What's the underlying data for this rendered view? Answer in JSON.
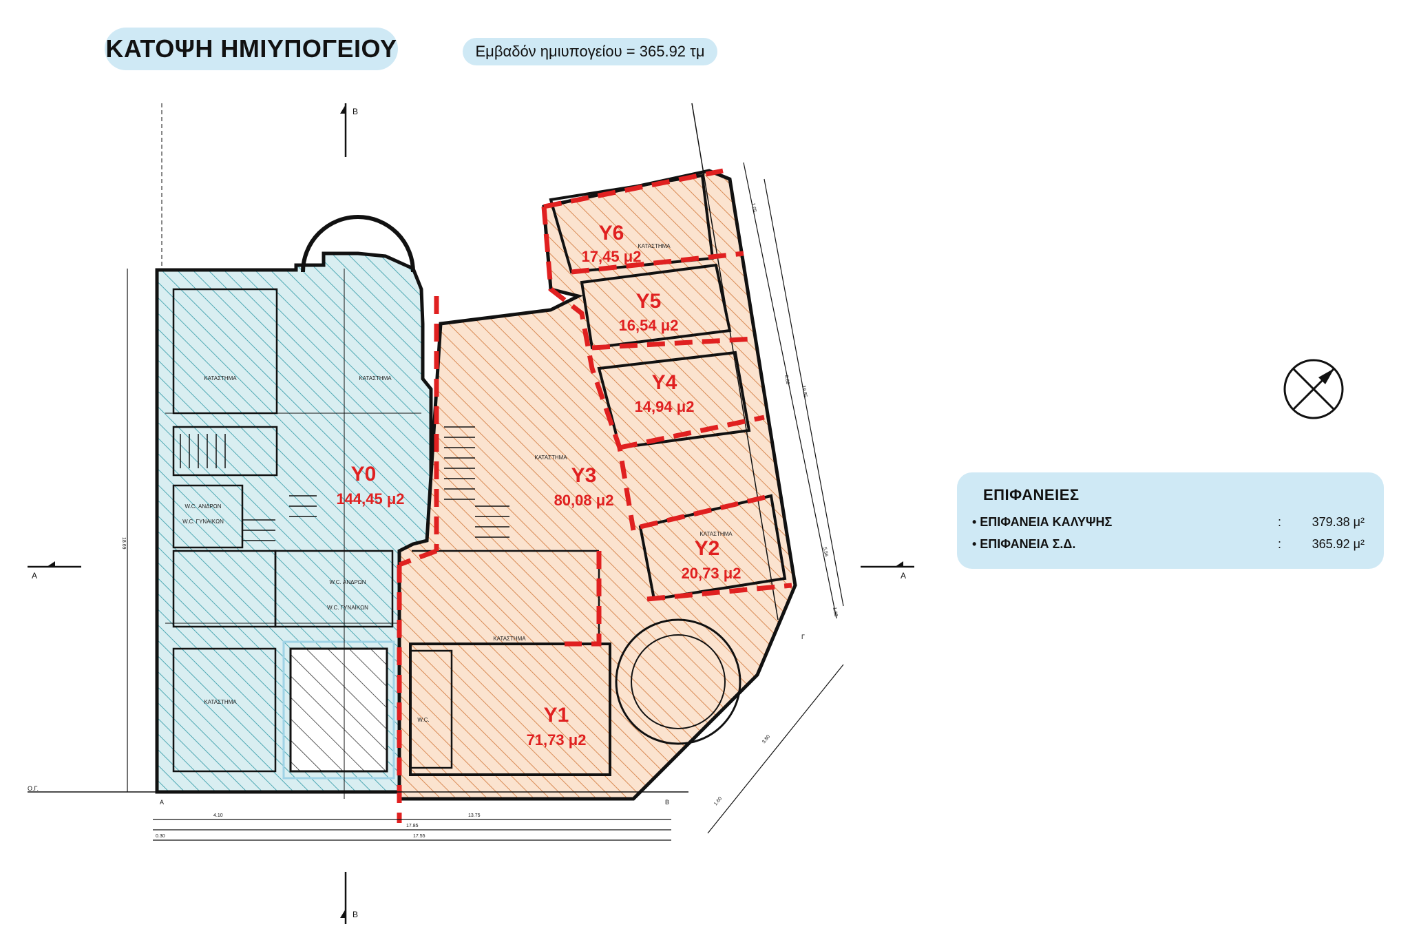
{
  "header": {
    "title": "ΚΑΤΟΨΗ ΗΜΙΥΠΟΓΕΙΟΥ",
    "area_note": "Εμβαδόν ημιυπογείου = 365.92 τμ"
  },
  "surfaces": {
    "heading": "ΕΠΙΦΑΝΕΙΕΣ",
    "rows": [
      {
        "label": "• ΕΠΙΦΑΝΕΙΑ ΚΑΛΥΨΗΣ",
        "colon": ":",
        "value": "379.38 μ²"
      },
      {
        "label": "• ΕΠΙΦΑΝΕΙΑ Σ.Δ.",
        "colon": ":",
        "value": "365.92 μ²"
      }
    ]
  },
  "units": [
    {
      "code": "Υ0",
      "area": "144,45 μ2"
    },
    {
      "code": "Υ1",
      "area": "71,73 μ2"
    },
    {
      "code": "Υ2",
      "area": "20,73 μ2"
    },
    {
      "code": "Υ3",
      "area": "80,08 μ2"
    },
    {
      "code": "Υ4",
      "area": "14,94 μ2"
    },
    {
      "code": "Υ5",
      "area": "16,54 μ2"
    },
    {
      "code": "Υ6",
      "area": "17,45 μ2"
    }
  ],
  "room_labels": {
    "shop": "ΚΑΤΑΣΤΗΜΑ",
    "wc_men": "W.C. ΑΝΔΡΩΝ",
    "wc_women": "W.C. ΓΥΝΑΙΚΩΝ",
    "wc": "W.C."
  },
  "section_marks": {
    "a": "Α",
    "b": "Β",
    "v": "Β",
    "g": "Γ",
    "og": "Ο.Γ."
  },
  "dimensions": {
    "bottom_1": [
      "4.10",
      "13.75"
    ],
    "bottom_2": "17.85",
    "bottom_3": [
      "0.30",
      "17.55"
    ],
    "left": "18.69",
    "right_outer": "19.85",
    "right_mid": [
      "1.05",
      "8.86",
      "5.56",
      "1.38"
    ],
    "diag": [
      "3.80",
      "1.60"
    ]
  },
  "colors": {
    "pill": "#cfe9f5",
    "blue_fill": "#d9eef1",
    "blue_hatch": "#4fa9b4",
    "orange_fill": "#fbe3cf",
    "orange_hatch": "#d98a54",
    "red_line": "#e02020",
    "label_red": "#e02020"
  }
}
